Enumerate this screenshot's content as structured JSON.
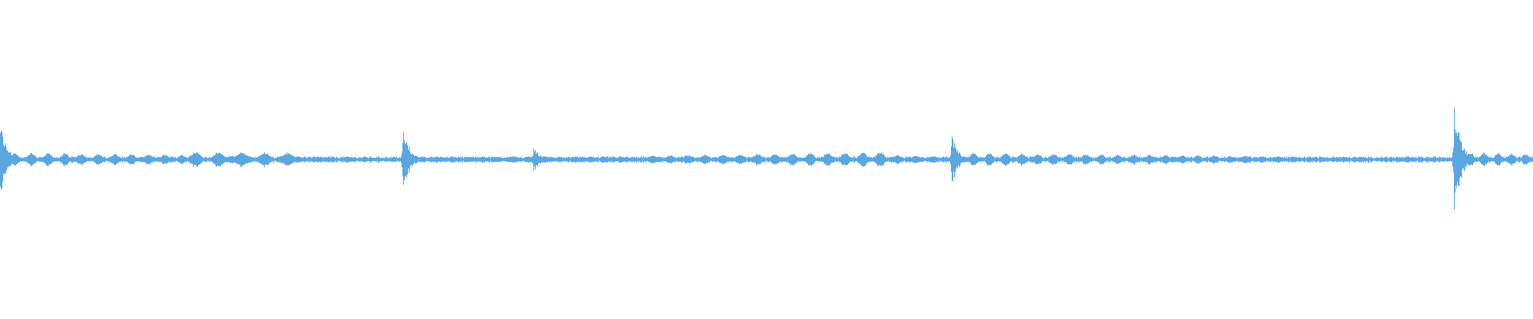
{
  "waveform": {
    "color": "#5aa7e0",
    "background": "#ffffff",
    "envelope": {
      "base_amplitude": 0.015,
      "bursts": [
        {
          "t": 0.0,
          "amp": 0.24
        },
        {
          "t": 0.263,
          "amp": 0.21
        },
        {
          "t": 0.348,
          "amp": 0.09
        },
        {
          "t": 0.621,
          "amp": 0.16
        },
        {
          "t": 0.949,
          "amp": 0.37
        }
      ],
      "pulse_segments": [
        {
          "t_start": 0.004,
          "t_end": 0.2,
          "pulses": 18,
          "amp_start": 0.045,
          "amp_end": 0.02
        },
        {
          "t_start": 0.12,
          "t_end": 0.195,
          "pulses": 5,
          "amp_start": 0.05,
          "amp_end": 0.045
        },
        {
          "t_start": 0.27,
          "t_end": 0.41,
          "pulses": 14,
          "amp_start": 0.02,
          "amp_end": 0.02
        },
        {
          "t_start": 0.42,
          "t_end": 0.58,
          "pulses": 14,
          "amp_start": 0.025,
          "amp_end": 0.05
        },
        {
          "t_start": 0.58,
          "t_end": 0.615,
          "pulses": 3,
          "amp_start": 0.03,
          "amp_end": 0.02
        },
        {
          "t_start": 0.63,
          "t_end": 0.86,
          "pulses": 22,
          "amp_start": 0.045,
          "amp_end": 0.018
        },
        {
          "t_start": 0.955,
          "t_end": 1.0,
          "pulses": 5,
          "amp_start": 0.05,
          "amp_end": 0.035
        }
      ]
    }
  }
}
